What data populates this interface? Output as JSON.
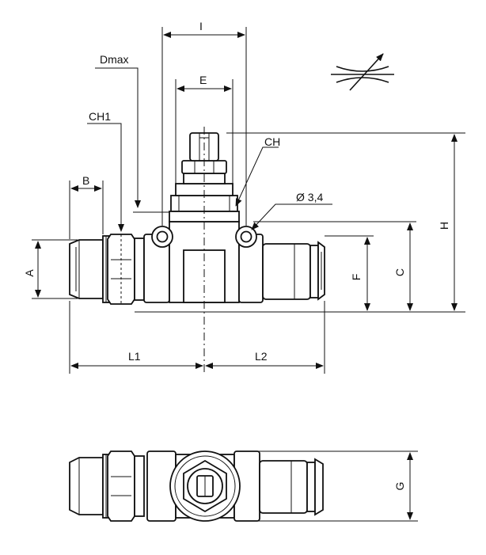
{
  "labels": {
    "I": "I",
    "Dmax": "Dmax",
    "E": "E",
    "CH1": "CH1",
    "CH": "CH",
    "B": "B",
    "hole": "Ø 3,4",
    "A": "A",
    "F": "F",
    "C": "C",
    "H": "H",
    "L1": "L1",
    "L2": "L2",
    "G": "G"
  },
  "icons": {
    "flow_symbol": "adjustable-flow-restrictor-icon"
  }
}
